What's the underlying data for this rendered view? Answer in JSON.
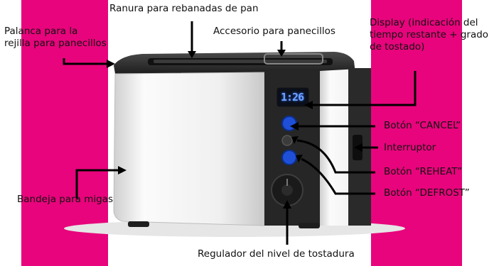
{
  "colors": {
    "band": "#e8047c",
    "body_white": "#f2f2f2",
    "body_black": "#2a2a2a",
    "button_blue": "#1f4fd6",
    "lcd_blue": "#6fa3ff",
    "arrow": "#000000"
  },
  "display_reading": "1:26",
  "labels": {
    "slot": "Ranura para rebanadas de pan",
    "rack_lever": "Palanca para la\nrejilla para panecillos",
    "bun_rack": "Accesorio para panecillos",
    "display": "Display (indicación del\ntiempo restante + grado\nde tostado)",
    "cancel": "Botón “CANCEL”",
    "switch": "Interruptor",
    "reheat": "Botón “REHEAT”",
    "defrost": "Botón “DEFROST”",
    "crumb_tray": "Bandeja para migas",
    "browning": "Regulador del nivel de tostadura"
  }
}
